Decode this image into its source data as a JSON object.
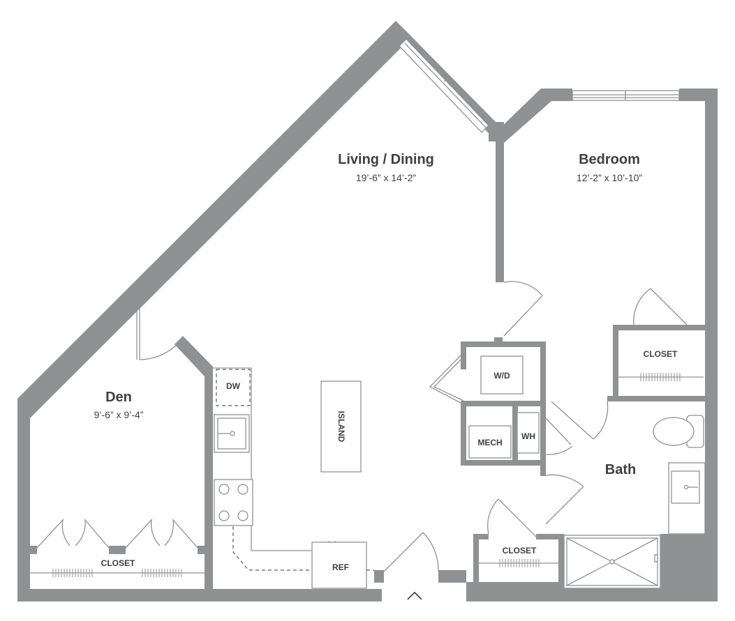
{
  "rooms": {
    "living": {
      "name": "Living / Dining",
      "dims": "19’-6” x 14’-2”"
    },
    "bedroom": {
      "name": "Bedroom",
      "dims": "12’-2” x 10’-10”"
    },
    "den": {
      "name": "Den",
      "dims": "9’-6” x 9’-4”"
    },
    "bath": {
      "name": "Bath"
    }
  },
  "labels": {
    "wd": "W/D",
    "mech": "MECH",
    "wh": "WH",
    "island": "ISLAND",
    "dw": "DW",
    "ref": "REF",
    "closet_bedroom": "CLOSET",
    "closet_den": "CLOSET",
    "closet_entry": "CLOSET"
  },
  "icons": {
    "entry": "chevron-up-icon"
  },
  "colors": {
    "wall": "#8f9193",
    "text": "#3d3f41",
    "background": "#ffffff"
  }
}
